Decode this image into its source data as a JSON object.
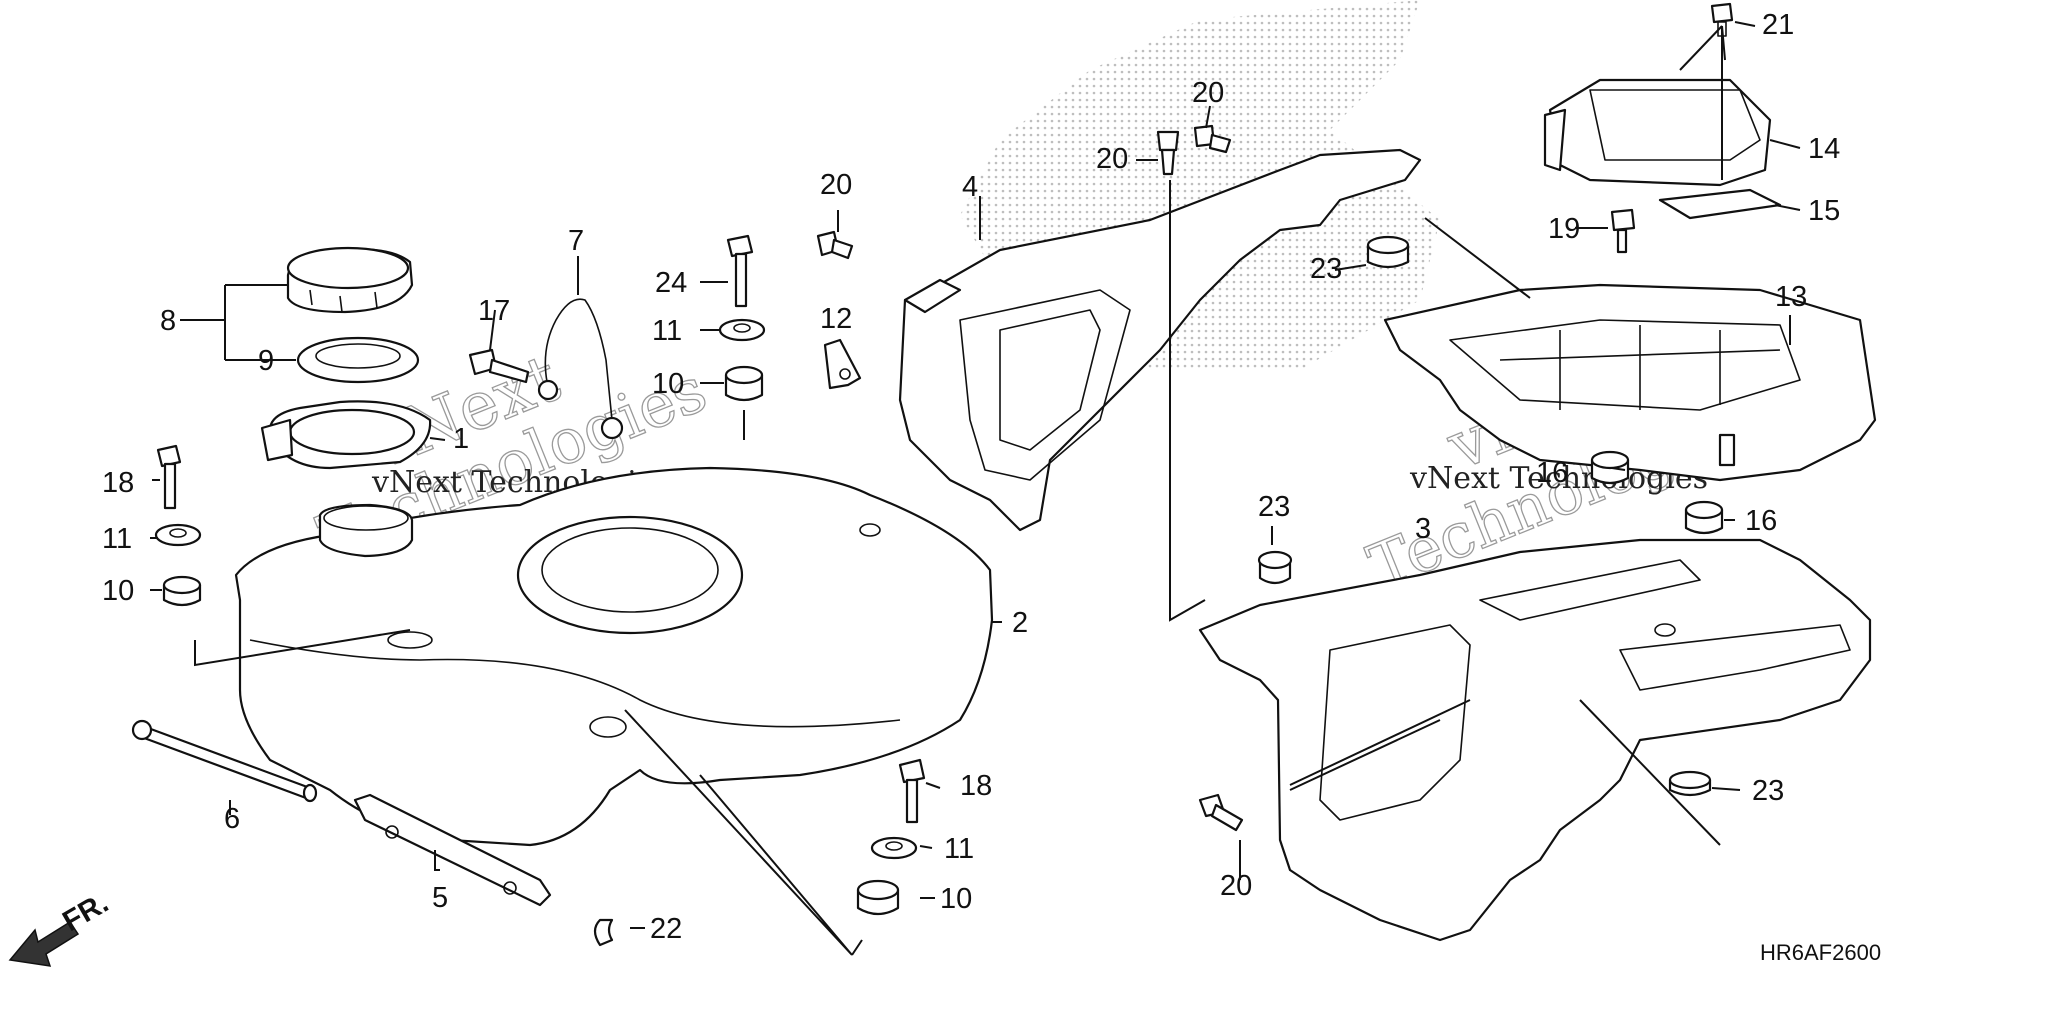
{
  "diagram_code": "HR6AF2600",
  "front_marker": "FR.",
  "watermarks": [
    {
      "brand": "vNext",
      "sub": "Technologies"
    },
    {
      "brand": "vNext",
      "sub": "Technologies"
    }
  ],
  "watermark_inline": [
    "vNext Technologies",
    "vNext Technologies"
  ],
  "callouts": {
    "c1": "1",
    "c2": "2",
    "c3": "3",
    "c4": "4",
    "c5": "5",
    "c6": "6",
    "c7": "7",
    "c8": "8",
    "c9": "9",
    "c10a": "10",
    "c10b": "10",
    "c10c": "10",
    "c11a": "11",
    "c11b": "11",
    "c11c": "11",
    "c12": "12",
    "c13": "13",
    "c14": "14",
    "c15": "15",
    "c16a": "16",
    "c16b": "16",
    "c17": "17",
    "c18a": "18",
    "c18b": "18",
    "c19": "19",
    "c20a": "20",
    "c20b": "20",
    "c20c": "20",
    "c20d": "20",
    "c21": "21",
    "c22": "22",
    "c23a": "23",
    "c23b": "23",
    "c23c": "23",
    "c24": "24"
  }
}
